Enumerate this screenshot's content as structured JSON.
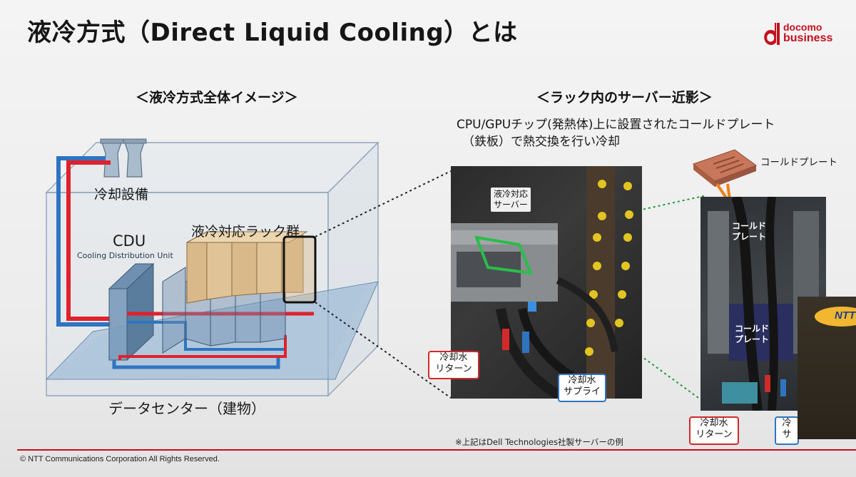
{
  "slide": {
    "title": "液冷方式（Direct Liquid Cooling）とは",
    "logo": {
      "line1": "docomo",
      "line2": "business"
    },
    "left_heading": "＜液冷方式全体イメージ＞",
    "right_heading": "＜ラック内のサーバー近影＞",
    "description_line1": "CPU/GPUチップ(発熱体)上に設置されたコールドプレート",
    "description_line2": "（鉄板）で熱交換を行い冷却"
  },
  "diagram": {
    "cooling_facility": "冷却設備",
    "cdu_title": "CDU",
    "cdu_subtitle": "Cooling Distribution Unit",
    "rack_group": "液冷対応ラック群",
    "datacenter": "データセンター（建物）"
  },
  "photo": {
    "server_tag_line1": "液冷対応",
    "server_tag_line2": "サーバー",
    "return_line1": "冷却水",
    "return_line2": "リターン",
    "supply_line1": "冷却水",
    "supply_line2": "サプライ"
  },
  "closeup": {
    "cold_plate_label": "コールドプレート",
    "plate_tag1_line1": "コールド",
    "plate_tag1_line2": "プレート",
    "plate_tag2_line1": "コールド",
    "plate_tag2_line2": "プレート",
    "return_line1": "冷却水",
    "return_line2": "リターン",
    "supply_partial_line1": "冷",
    "supply_partial_line2": "サ"
  },
  "footer": {
    "note": "※上記はDell Technologies社製サーバーの例",
    "copyright": "© NTT Communications Corporation All Rights Reserved.",
    "ntt_logo_text": "NTT"
  },
  "colors": {
    "brand_red": "#c3101f",
    "pipe_red": "#e0202a",
    "pipe_blue": "#2f74c0",
    "rack_tan": "#d9b98a",
    "green_dotted": "#1a9a3a"
  }
}
